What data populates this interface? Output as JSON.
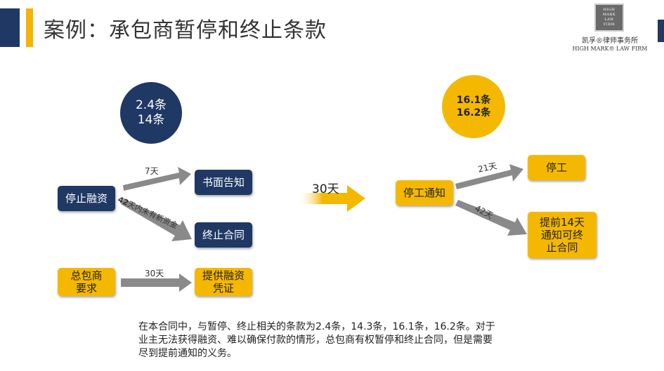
{
  "header": {
    "title": "案例：承包商暂停和终止条款",
    "logo_mark": [
      "HIGH",
      "MARK",
      "LAW",
      "FIRM"
    ],
    "logo_cn": "凯孚®律师事务所",
    "logo_en": "HIGH MARK® LAW FIRM"
  },
  "left": {
    "circle": [
      "2.4条",
      "14条"
    ],
    "stop_financing": "停止融资",
    "written_notice": "书面告知",
    "terminate_contract": "终止合同",
    "contractor_request": [
      "总包商",
      "要求"
    ],
    "provide_proof": [
      "提供融资",
      "凭证"
    ],
    "edge_7days": "7天",
    "edge_42days_prefix": "42",
    "edge_42days_text": "天内未有新资金",
    "edge_30days": "30天"
  },
  "middle": {
    "arrow_label": "30天"
  },
  "right": {
    "circle": [
      "16.1条",
      "16.2条"
    ],
    "stop_work_notice": "停工通知",
    "stop_work": "停工",
    "advance_notice": [
      "提前14天",
      "通知可终",
      "止合同"
    ],
    "edge_21days": "21天",
    "edge_42days": "42天"
  },
  "note": [
    "在本合同中，与暂停、终止相关的条款为2.4条，14.3条，16.1条，16.2条。对于",
    "业主无法获得融资、难以确保付款的情形，总包商有权暂停和终止合同，但是需要",
    "尽到提前通知的义务。"
  ]
}
